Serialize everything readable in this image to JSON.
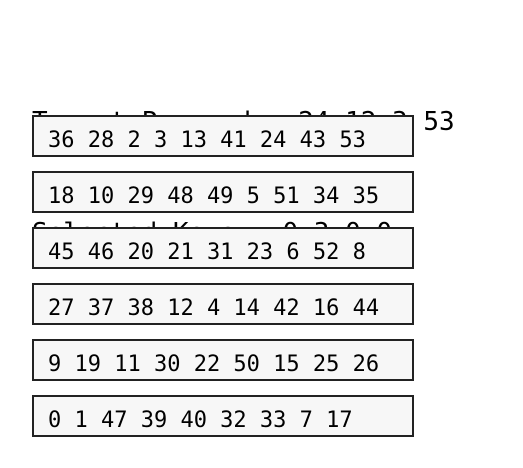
{
  "header": {
    "target_label": "Target Passcode:",
    "target_value": "24 12 3 53",
    "selected_label": "Selected Keys:",
    "selected_value": "0 3 0 0"
  },
  "rows": [
    "36 28 2 3 13 41 24 43 53",
    "18 10 29 48 49 5 51 34 35",
    "45 46 20 21 31 23 6 52 8",
    "27 37 38 12 4 14 42 16 44",
    "9 19 11 30 22 50 15 25 26",
    "0 1 47 39 40 32 33 7 17"
  ]
}
